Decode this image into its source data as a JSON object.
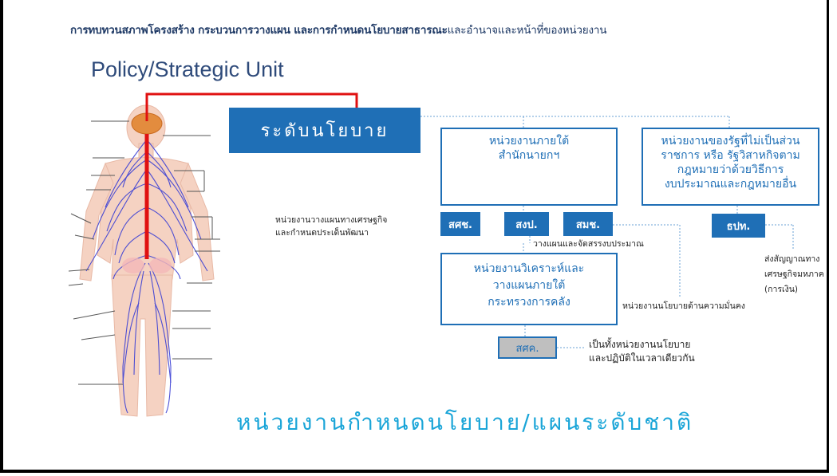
{
  "header": {
    "title_bold": "การทบทวนสภาพโครงสร้าง กระบวนการวางแผน และการกำหนดนโยบายสาธารณะ",
    "title_rest": "และอำนาจและหน้าที่ของหน่วยงาน"
  },
  "unit_title": "Policy/Strategic Unit",
  "policy_level": "ระดับนโยบาย",
  "boxes": {
    "pm_office": [
      "หน่วยงานภายใต้",
      "สำนักนายกฯ"
    ],
    "state_agency": [
      "หน่วยงานของรัฐที่ไม่เป็นส่วน",
      "ราชการ หรือ รัฐวิสาหกิจตาม",
      "กฎหมายว่าด้วยวิธีการ",
      "งบประมาณและกฎหมายอื่น"
    ],
    "finance_unit": [
      "หน่วยงานวิเคราะห์และ",
      "วางแผนภายใต้",
      "กระทรวงการคลัง"
    ]
  },
  "tags": {
    "nesdc": "สศช.",
    "bb": "สงป.",
    "nsc": "สมช.",
    "bot": "ธปท.",
    "fpo": "สศค."
  },
  "notes": {
    "nesdc_note": [
      "หน่วยงานวางแผนทางเศรษฐกิจ",
      "และกำหนดประเด็นพัฒนา"
    ],
    "bb_note": "วางแผนและจัดสรรงบประมาณ",
    "nsc_note": "หน่วยงานนโยบายด้านความมั่นคง",
    "bot_note": [
      "ส่งสัญญาณทาง",
      "เศรษฐกิจมหภาค",
      "(การเงิน)"
    ],
    "fpo_note": [
      "เป็นทั้งหน่วยงานนโยบาย",
      "และปฏิบัติในเวลาเดียวกัน"
    ]
  },
  "bottom_title": "หน่วยงานกำหนดนโยบาย/แผนระดับชาติ",
  "colors": {
    "accent": "#1f6fb6",
    "dark_title": "#2e4a7a",
    "bottom_title": "#1aa5d8",
    "connector_red": "#e01010"
  }
}
